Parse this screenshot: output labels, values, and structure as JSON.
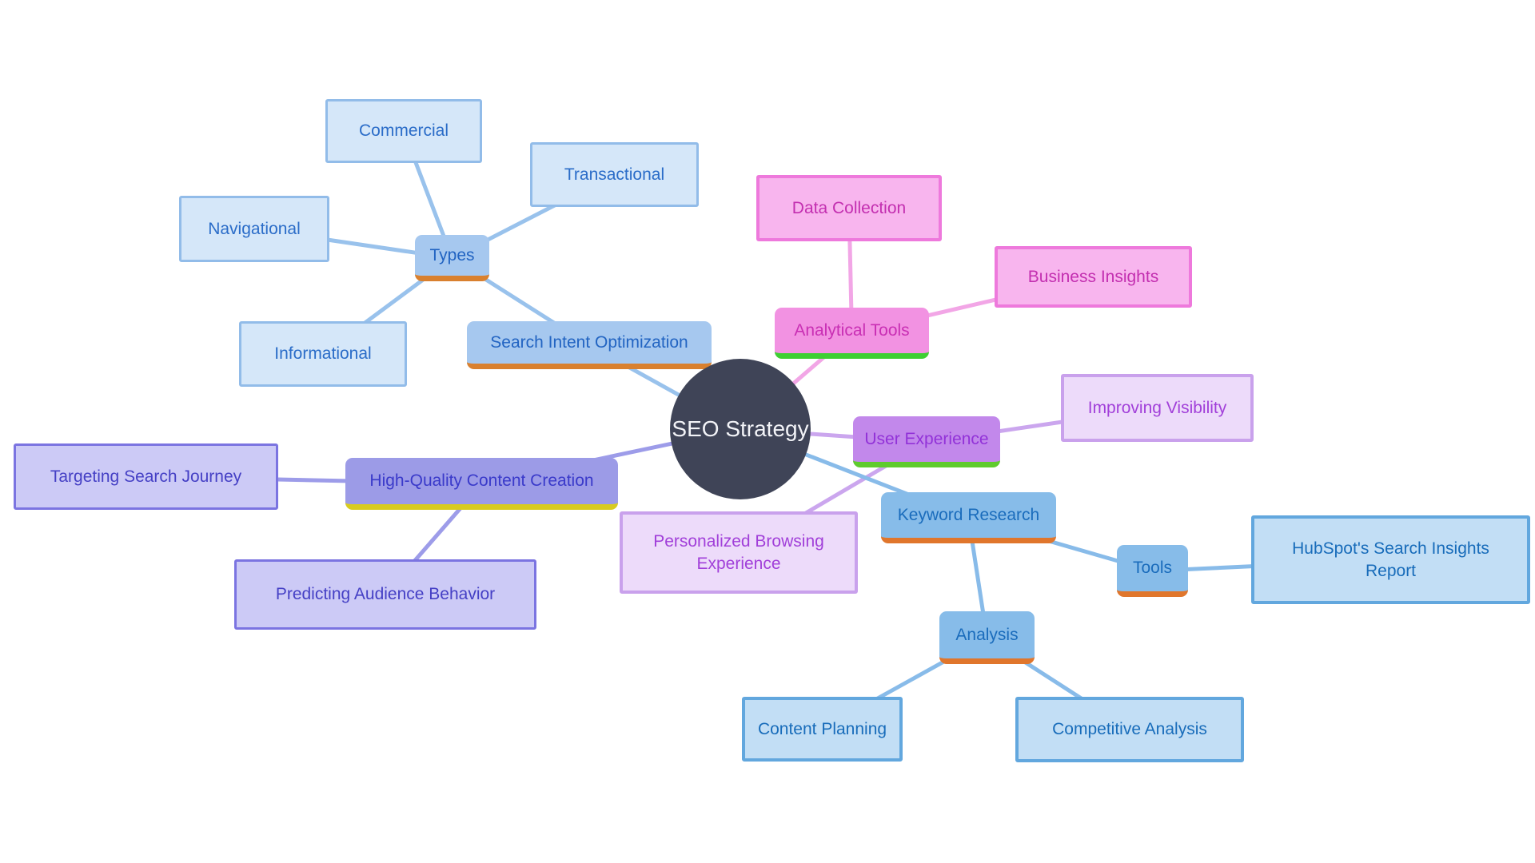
{
  "diagram_title": "SEO Strategy mind map",
  "nodes": {
    "center": "SEO Strategy",
    "search_intent_optimization": "Search Intent Optimization",
    "types": "Types",
    "commercial": "Commercial",
    "transactional": "Transactional",
    "navigational": "Navigational",
    "informational": "Informational",
    "analytical_tools": "Analytical Tools",
    "data_collection": "Data Collection",
    "business_insights": "Business Insights",
    "user_experience": "User Experience",
    "improving_visibility": "Improving Visibility",
    "personalized_browsing": "Personalized Browsing Experience",
    "high_quality_content": "High-Quality Content Creation",
    "targeting_search_journey": "Targeting Search Journey",
    "predicting_audience_behavior": "Predicting Audience Behavior",
    "keyword_research": "Keyword Research",
    "tools": "Tools",
    "hubspot_report": "HubSpot's Search Insights Report",
    "analysis": "Analysis",
    "content_planning": "Content Planning",
    "competitive_analysis": "Competitive Analysis"
  },
  "edges": [
    {
      "from": "commercial",
      "to": "types",
      "color": "blue"
    },
    {
      "from": "transactional",
      "to": "types",
      "color": "blue"
    },
    {
      "from": "navigational",
      "to": "types",
      "color": "blue"
    },
    {
      "from": "informational",
      "to": "types",
      "color": "blue"
    },
    {
      "from": "types",
      "to": "search_intent_optimization",
      "color": "blue"
    },
    {
      "from": "search_intent_optimization",
      "to": "center",
      "color": "blue"
    },
    {
      "from": "data_collection",
      "to": "analytical_tools",
      "color": "pink"
    },
    {
      "from": "business_insights",
      "to": "analytical_tools",
      "color": "pink"
    },
    {
      "from": "analytical_tools",
      "to": "center",
      "color": "pink"
    },
    {
      "from": "improving_visibility",
      "to": "user_experience",
      "color": "purple"
    },
    {
      "from": "personalized_browsing",
      "to": "user_experience",
      "color": "purple"
    },
    {
      "from": "user_experience",
      "to": "center",
      "color": "purple"
    },
    {
      "from": "targeting_search_journey",
      "to": "high_quality_content",
      "color": "periwinkle"
    },
    {
      "from": "predicting_audience_behavior",
      "to": "high_quality_content",
      "color": "periwinkle"
    },
    {
      "from": "high_quality_content",
      "to": "center",
      "color": "periwinkle"
    },
    {
      "from": "keyword_research",
      "to": "center",
      "color": "blue2"
    },
    {
      "from": "tools",
      "to": "keyword_research",
      "color": "blue2"
    },
    {
      "from": "hubspot_report",
      "to": "tools",
      "color": "blue2"
    },
    {
      "from": "analysis",
      "to": "keyword_research",
      "color": "blue2"
    },
    {
      "from": "content_planning",
      "to": "analysis",
      "color": "blue2"
    },
    {
      "from": "competitive_analysis",
      "to": "analysis",
      "color": "blue2"
    }
  ],
  "edge_colors": {
    "blue": "#99c2ec",
    "blue2": "#88bbe9",
    "pink": "#f2a6e6",
    "purple": "#cba6ee",
    "periwinkle": "#9d9ce9"
  },
  "colors": {
    "center_fill": "#3f4457",
    "center_text": "#f2f3f7",
    "blue_parent_fill": "#a6c8ef",
    "blue_child_fill": "#d5e7f9",
    "keyword_parent_fill": "#87bce9",
    "keyword_child_fill": "#c2def5",
    "pink_parent_fill": "#f292e2",
    "pink_child_fill": "#f8b5ee",
    "purple_parent_fill": "#c288eb",
    "purple_child_fill": "#eddbfa",
    "periwinkle_parent_fill": "#9c9be7",
    "periwinkle_child_fill": "#cccaf6",
    "underline_orange": "#d9802e",
    "underline_green": "#3ecf33",
    "underline_yellow": "#d8cb1f"
  }
}
